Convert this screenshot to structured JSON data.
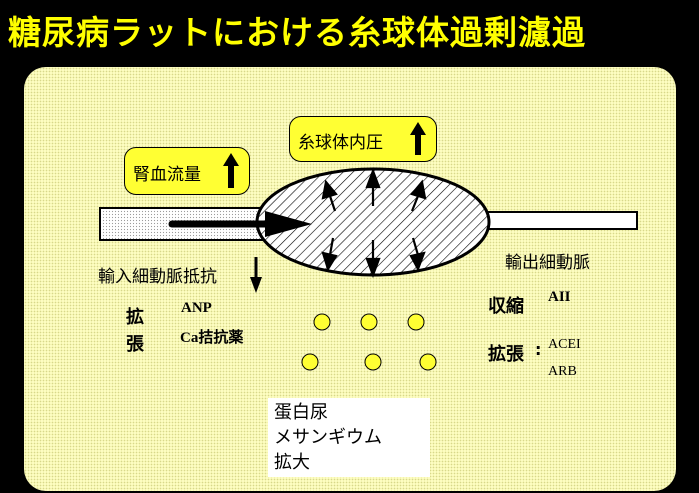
{
  "title": "糖尿病ラットにおける糸球体過剰濾過",
  "labels": {
    "renal_blood_flow": "腎血流量",
    "glomerular_pressure": "糸球体内圧",
    "afferent_resistance": "輸入細動脈抵抗",
    "efferent_arteriole": "輸出細動脈",
    "dilation_left_1": "拡",
    "dilation_left_2": "張",
    "anp": "ANP",
    "ca_blocker": "Ca拮抗薬",
    "contraction": "収縮",
    "angiotensin": "AII",
    "dilation_right": "拡張",
    "dilation_right_colon": ":",
    "acei": "ACEI",
    "arb": "ARB"
  },
  "outcomes": [
    "蛋白尿",
    "メサンギウム",
    "拡大"
  ],
  "colors": {
    "background": "#000000",
    "title": "#ffff00",
    "panel": "#fdfdc0",
    "bubble": "#ffff33",
    "dot": "#ffff33"
  }
}
